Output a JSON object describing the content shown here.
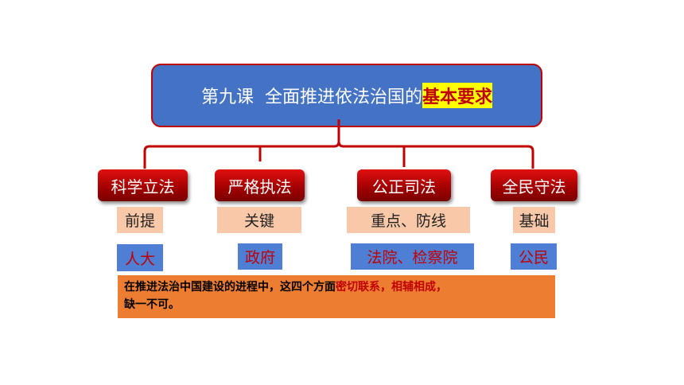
{
  "title": {
    "prefix": "第九课  全面推进依法治国的",
    "highlight": "基本要求"
  },
  "aspects": [
    {
      "label": "科学立法",
      "role": "前提",
      "actor": "人大"
    },
    {
      "label": "严格执法",
      "role": "关键",
      "actor": "政府"
    },
    {
      "label": "公正司法",
      "role": "重点、防线",
      "actor": "法院、检察院"
    },
    {
      "label": "全民守法",
      "role": "基础",
      "actor": "公民"
    }
  ],
  "note": {
    "text_a": "在推进法治中国建设的进程中，这四个方面",
    "text_red": "密切联系，相辅相成，",
    "text_b": "缺一不可。"
  },
  "colors": {
    "title_fill": "#4472c4",
    "title_border": "#c00000",
    "highlight_bg": "#ffff00",
    "red_box": "#c00000",
    "role_fill": "#f8c8a8",
    "actor_fill": "#4f7fd4",
    "note_fill": "#ed7d31"
  }
}
